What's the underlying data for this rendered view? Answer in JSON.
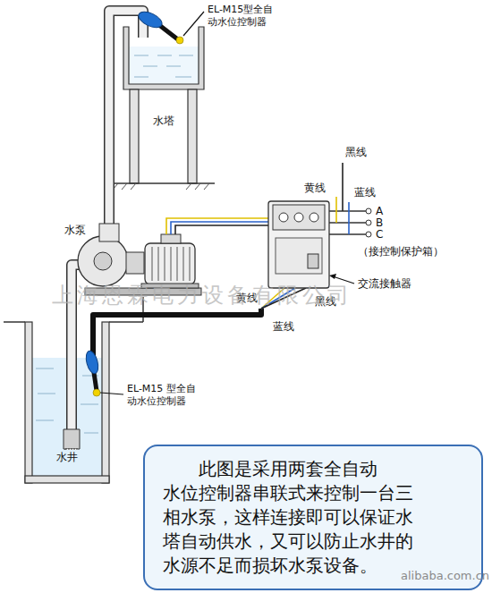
{
  "diagram": {
    "nodes": [
      {
        "text": [
          "水塔"
        ]
      },
      {
        "text": [
          "水井"
        ]
      },
      {
        "text": [
          "此图是采用两套全自动 水位控制器串联式来控制一台三 相水泵，这样连接即可以保证水 塔自动供水，又可以防止水井的 水源不足而损坏水泵设备。"
        ]
      }
    ],
    "labels": [
      "EL-M15型全自 动水位控制器",
      "水泵",
      "黑线",
      "黄线",
      "蓝线",
      "A",
      "B",
      "C",
      "（接控制保护箱）",
      "交流接触器",
      "黄线",
      "蓝线",
      "黑线",
      "EL-M15 型全自 动水位控制器",
      "上海恩霖电力设备有限公司",
      "alibaba.com.cn"
    ]
  }
}
